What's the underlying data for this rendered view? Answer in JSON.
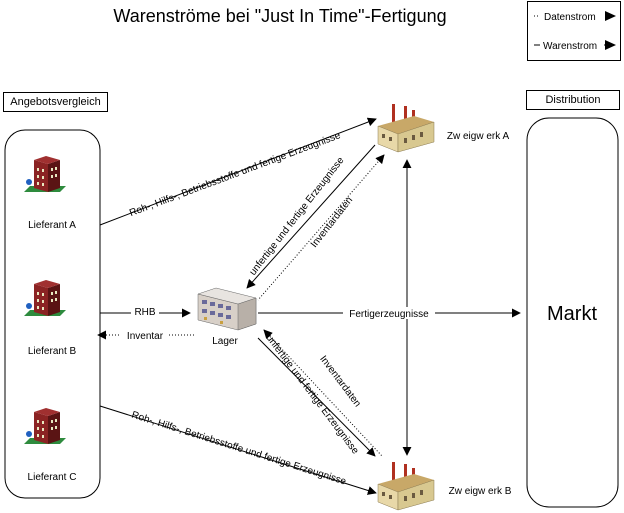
{
  "title": "Warenströme bei \"Just In Time\"-Fertigung",
  "legend": {
    "data_flow_label": "Datenstrom",
    "goods_flow_label": "Warenstrom"
  },
  "groups": {
    "supply_comparison_label": "Angebotsvergleich",
    "distribution_label": "Distribution"
  },
  "suppliers": [
    {
      "label": "Lieferant A"
    },
    {
      "label": "Lieferant B"
    },
    {
      "label": "Lieferant C"
    }
  ],
  "warehouse_label": "Lager",
  "plants": [
    {
      "label": "Zw eigw erk A"
    },
    {
      "label": "Zw eigw erk B"
    }
  ],
  "market_label": "Markt",
  "flows": {
    "supplier_a_to_plant_a": "Roh-, Hilfs-, Betriebsstoffe und fertige Erzeugnisse",
    "supplier_c_to_plant_b": "Roh-, Hilfs-, Betriebsstoffe und fertige Erzeugnisse",
    "rhb": "RHB",
    "inventory": "Inventar",
    "plant_a_to_warehouse_goods": "unfertige und fertige Erzeugnisse",
    "plant_a_inventory_data": "Inventardaten",
    "plant_b_to_warehouse_goods": "unfertige und fertige Erzeugnisse",
    "plant_b_inventory_data": "Inventardaten",
    "finished_goods": "Fertigerzeugnisse"
  },
  "colors": {
    "building_brick": "#8b2323",
    "building_dark": "#5a1414",
    "grass": "#2e8b3e",
    "factory_wall": "#e8d8a8",
    "factory_roof": "#c8a868",
    "chimney": "#b03020",
    "warehouse_wall": "#d8d0c8"
  }
}
